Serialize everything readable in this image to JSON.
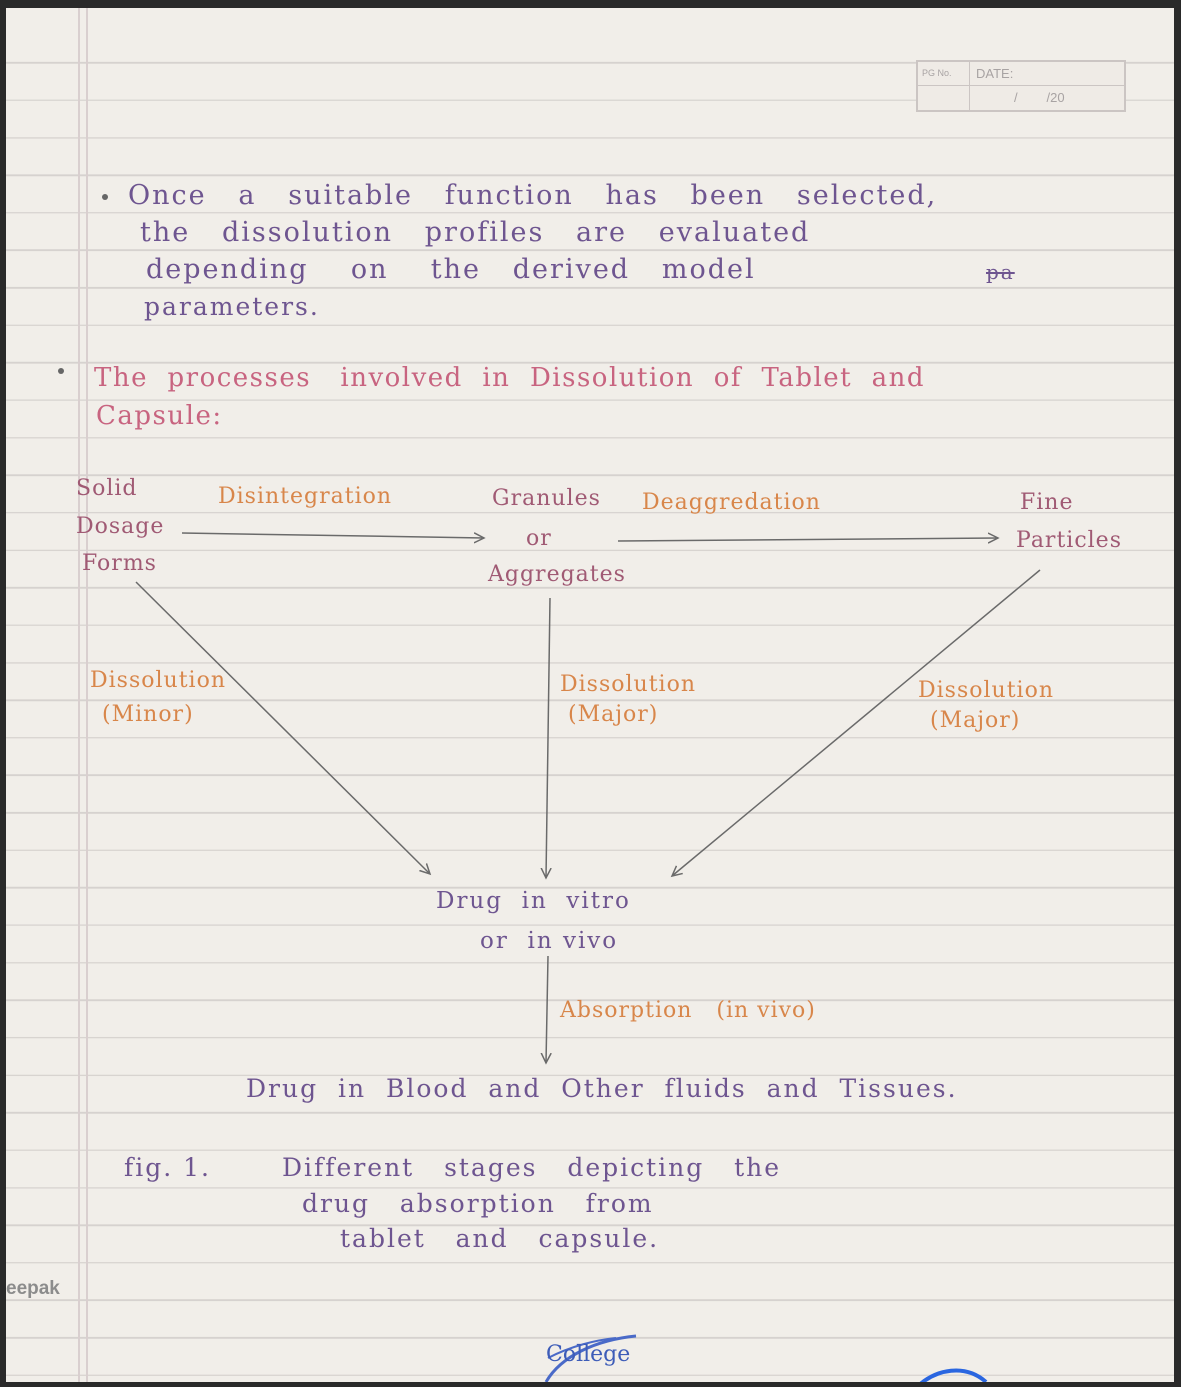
{
  "header": {
    "pg_no_label": "PG No.",
    "date_label": "DATE:",
    "date_value": "/        /20"
  },
  "para1": {
    "line1": "Once   a   suitable   function   has   been   selected,",
    "line2": "the   dissolution   profiles   are   evaluated",
    "line3": "depending    on    the   derived   model",
    "strike": "pa",
    "line4": "parameters."
  },
  "para2": {
    "line1": "The  processes   involved  in  Dissolution  of  Tablet  and",
    "line2": "Capsule:"
  },
  "diagram": {
    "solid": [
      "Solid",
      "Dosage",
      "Forms"
    ],
    "disintegration": "Disintegration",
    "granules": [
      "Granules",
      "or",
      "Aggregates"
    ],
    "deaggregation": "Deaggredation",
    "fine": [
      "Fine",
      "Particles"
    ],
    "diss_minor": [
      "Dissolution",
      "(Minor)"
    ],
    "diss_major_center": [
      "Dissolution",
      "(Major)"
    ],
    "diss_major_right": [
      "Dissolution",
      "(Major)"
    ],
    "drug_vitro": [
      "Drug  in  vitro",
      "or  in vivo"
    ],
    "absorption": "Absorption   (in vivo)",
    "blood": "Drug  in  Blood  and  Other  fluids  and  Tissues."
  },
  "caption": {
    "label": "fig. 1.",
    "line1": "Different   stages   depicting   the",
    "line2": "drug   absorption   from",
    "line3": "tablet   and   capsule."
  },
  "footer": {
    "brand": "eepak",
    "stamp": "College"
  },
  "colors": {
    "ink_purple": "#6e5590",
    "ink_pink": "#c86480",
    "ink_orange": "#d8864a",
    "paper": "#f1eee9"
  }
}
